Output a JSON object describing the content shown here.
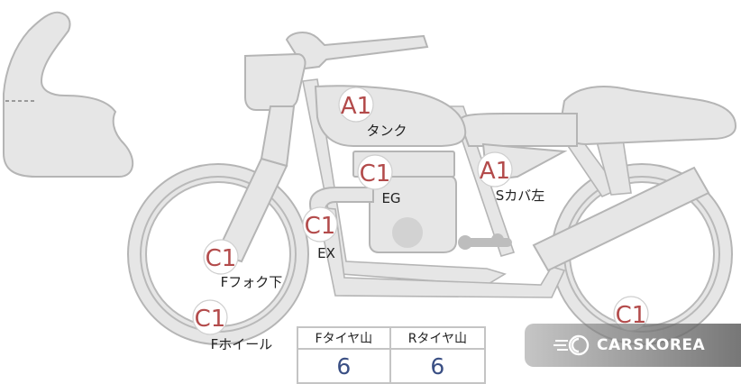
{
  "damage_marks": [
    {
      "code": "A1",
      "label": "タンク"
    },
    {
      "code": "C1",
      "label": "EG"
    },
    {
      "code": "A1",
      "label": "Sカバ左"
    },
    {
      "code": "C1",
      "label": "EX"
    },
    {
      "code": "C1",
      "label": "Fフォク下"
    },
    {
      "code": "C1",
      "label": "Fホイール"
    },
    {
      "code": "C1",
      "label": ""
    }
  ],
  "tire_table": {
    "front_header": "Fタイヤ山",
    "rear_header": "Rタイヤ山",
    "front_value": "6",
    "rear_value": "6"
  },
  "watermark": {
    "text": "CARSKOREA"
  },
  "colors": {
    "mark_code": "#b34b4b",
    "tread_value": "#3a4f84",
    "part_fill": "#e6e6e6",
    "part_stroke": "#b5b5b5"
  }
}
